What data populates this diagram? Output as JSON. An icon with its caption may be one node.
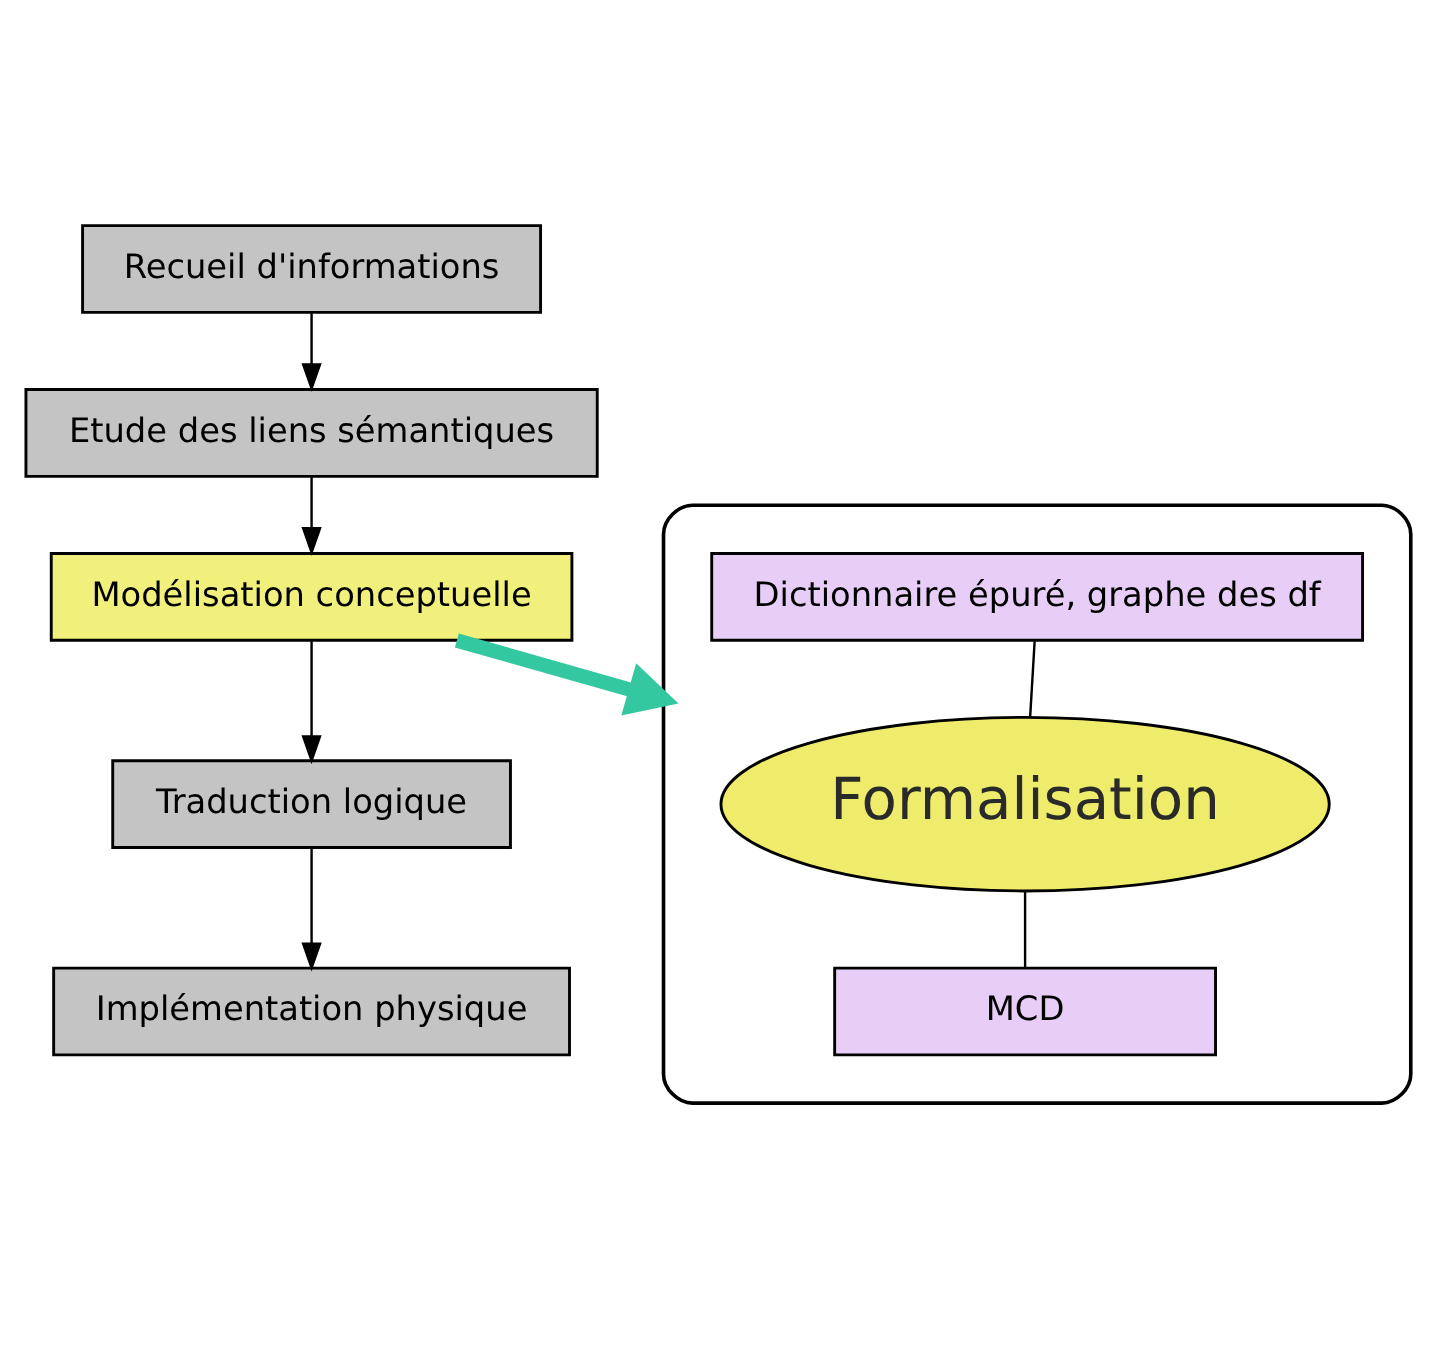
{
  "diagram": {
    "nodes": [
      {
        "text": [
          "Recueil d'informations"
        ]
      },
      {
        "text": [
          "Etude des liens sémantiques"
        ]
      },
      {
        "text": [
          "Modélisation conceptuelle"
        ]
      },
      {
        "text": [
          "Traduction logique"
        ]
      },
      {
        "text": [
          "Implémentation physique"
        ]
      },
      {
        "text": [],
        "shape": "box"
      },
      {
        "text": [
          "Dictionnaire épuré, graphe des df"
        ],
        "in": 5
      },
      {
        "text": [
          "Formalisation"
        ],
        "in": 5
      },
      {
        "text": [
          "MCD"
        ],
        "in": 5
      }
    ],
    "edges": [
      {
        "from": 0,
        "to": 1,
        "arrow": "to"
      },
      {
        "from": 1,
        "to": 2,
        "arrow": "to"
      },
      {
        "from": 2,
        "to": 3,
        "arrow": "to"
      },
      {
        "from": 3,
        "to": 4,
        "arrow": "to"
      },
      {
        "from": 2,
        "to": 5,
        "arrow": "to",
        "style": "thick",
        "color": "#33c8a0"
      },
      {
        "from": 6,
        "to": 7,
        "arrow": "none"
      },
      {
        "from": 7,
        "to": 8,
        "arrow": "none"
      }
    ]
  }
}
